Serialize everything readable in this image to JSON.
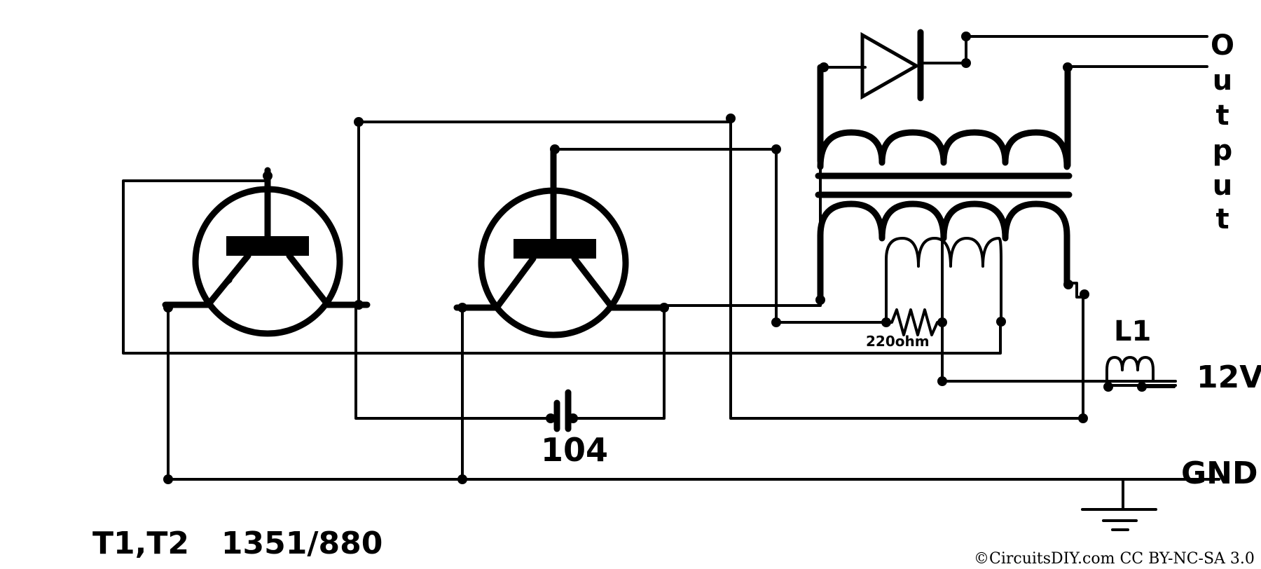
{
  "labels": {
    "output_letters": [
      "O",
      "u",
      "t",
      "p",
      "u",
      "t"
    ],
    "l1": "L1",
    "v12": "12V",
    "gnd": "GND",
    "resistor": "220ohm",
    "capacitor": "104",
    "transistors": "T1,T2   1351/880",
    "copyright": "©CircuitsDIY.com CC BY-NC-SA 3.0"
  }
}
